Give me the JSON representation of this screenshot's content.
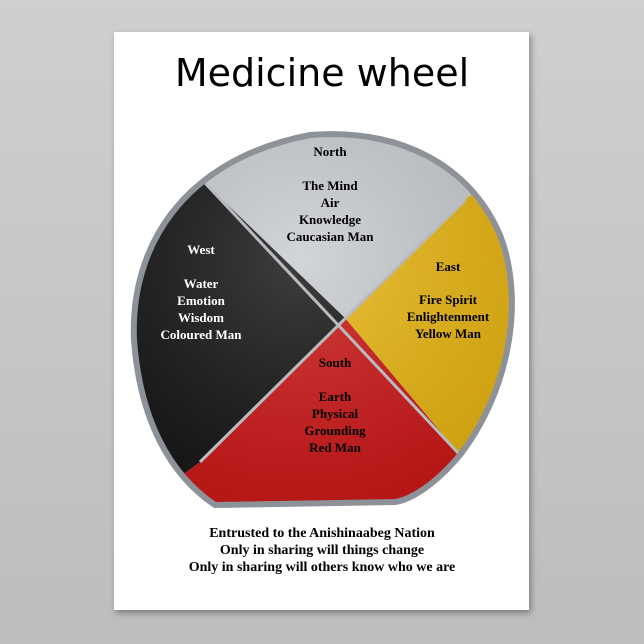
{
  "title": "Medicine wheel",
  "quadrants": {
    "north": {
      "heading": "North",
      "lines": [
        "The Mind",
        "Air",
        "Knowledge",
        "Caucasian Man"
      ],
      "color": "#c9ccd0"
    },
    "east": {
      "heading": "East",
      "lines": [
        "Fire Spirit",
        "Enlightenment",
        "Yellow Man"
      ],
      "color": "#e8b510"
    },
    "south": {
      "heading": "South",
      "lines": [
        "Earth",
        "Physical",
        "Grounding",
        "Red Man"
      ],
      "color": "#cc1616"
    },
    "west": {
      "heading": "West",
      "lines": [
        "Water",
        "Emotion",
        "Wisdom",
        "Coloured Man"
      ],
      "color": "#141414"
    }
  },
  "rim_color": "#8d9298",
  "caption": [
    "Entrusted to the Anishinaabeg Nation",
    "Only in sharing will things change",
    "Only in sharing will others know who we are"
  ]
}
